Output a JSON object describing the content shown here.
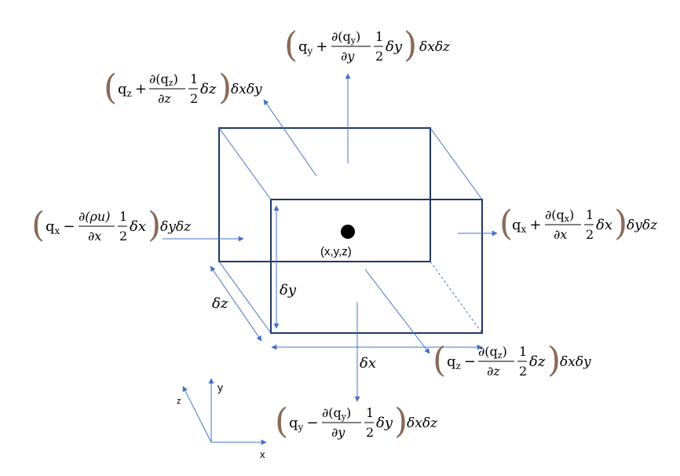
{
  "center": {
    "label": "(x,y,z)"
  },
  "dims": {
    "dx": "δx",
    "dy": "δy",
    "dz": "δz"
  },
  "axes": {
    "x": "x",
    "y": "y",
    "z": "z"
  },
  "flux_terms": {
    "y_top": {
      "q": "q",
      "sub": "y",
      "sign": "+",
      "d_num_open": "∂(",
      "d_num_q": "q",
      "d_num_sub": "y",
      "d_num_close": ")",
      "d_den": "∂y",
      "half_num": "1",
      "half_den": "2",
      "delta": "δy",
      "area": "δxδz"
    },
    "z_back": {
      "q": "q",
      "sub": "z",
      "sign": "+",
      "d_num_open": "∂(",
      "d_num_q": "q",
      "d_num_sub": "z",
      "d_num_close": ")",
      "d_den": "∂z",
      "half_num": "1",
      "half_den": "2",
      "delta": "δz",
      "area": "δxδy"
    },
    "x_left": {
      "q": "q",
      "sub": "x",
      "sign": "−",
      "d_num": "∂(ρu)",
      "d_den": "∂x",
      "half_num": "1",
      "half_den": "2",
      "delta": "δx",
      "area": "δyδz"
    },
    "x_right": {
      "q": "q",
      "sub": "x",
      "sign": "+",
      "d_num_open": "∂(",
      "d_num_q": "q",
      "d_num_sub": "x",
      "d_num_close": ")",
      "d_den": "∂x",
      "half_num": "1",
      "half_den": "2",
      "delta": "δx",
      "area": "δyδz"
    },
    "z_front": {
      "q": "q",
      "sub": "z",
      "sign": "−",
      "d_num_open": "∂(",
      "d_num_q": "q",
      "d_num_sub": "z",
      "d_num_close": ")",
      "d_den": "∂z",
      "half_num": "1",
      "half_den": "2",
      "delta": "δz",
      "area": "δxδy"
    },
    "y_bottom": {
      "q": "q",
      "sub": "y",
      "sign": "−",
      "d_num_open": "∂(",
      "d_num_q": "q",
      "d_num_sub": "y",
      "d_num_close": ")",
      "d_den": "∂y",
      "half_num": "1",
      "half_den": "2",
      "delta": "δy",
      "area": "δxδz"
    }
  },
  "colors": {
    "box": "#1f3864",
    "arrow": "#4472c4",
    "paren": "#8a6a5a",
    "dot": "#000000"
  }
}
